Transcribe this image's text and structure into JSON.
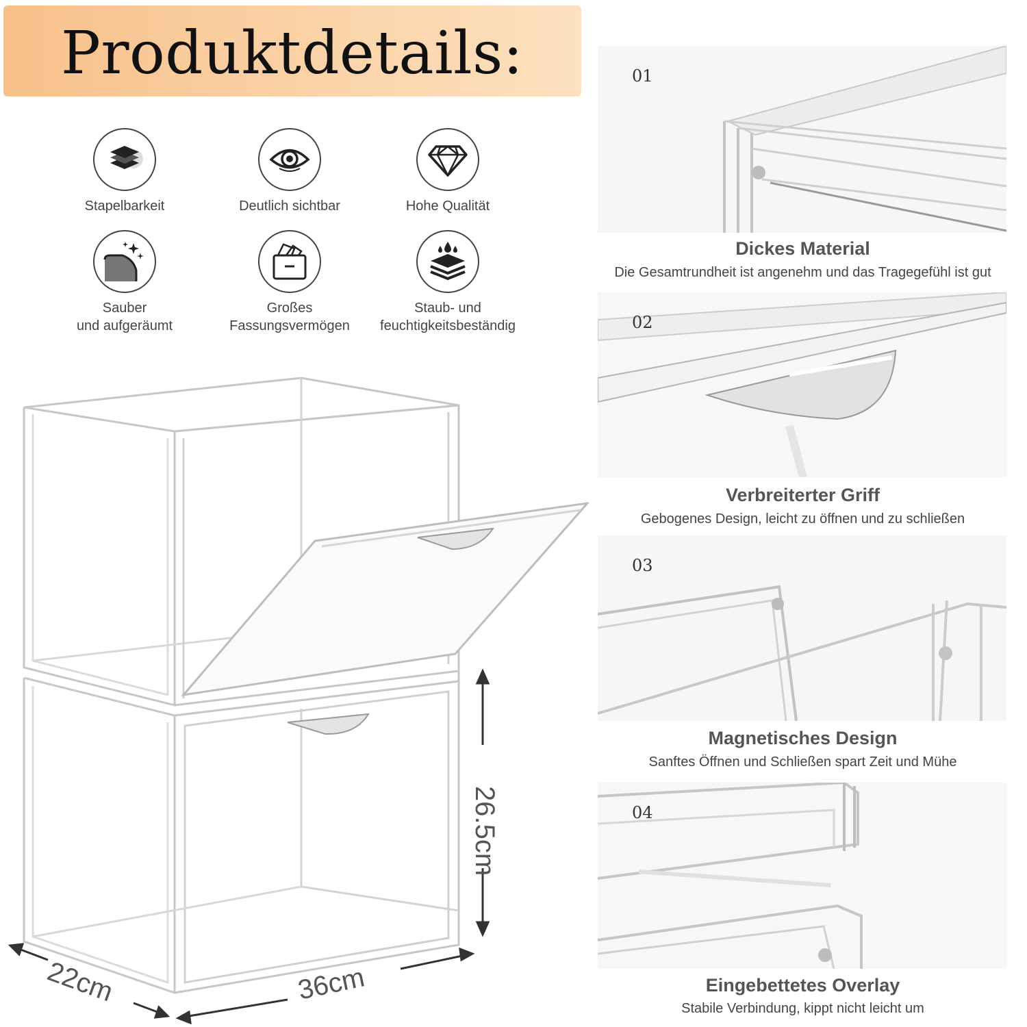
{
  "title": "Produktdetails:",
  "features": [
    {
      "label": "Stapelbarkeit",
      "icon": "stack-layers-icon"
    },
    {
      "label": "Deutlich sichtbar",
      "icon": "eye-icon"
    },
    {
      "label": "Hohe Qualität",
      "icon": "diamond-icon"
    },
    {
      "label": "Sauber\nund aufgeräumt",
      "icon": "sparkle-clean-icon"
    },
    {
      "label": "Großes\nFassungsvermögen",
      "icon": "capacity-box-icon"
    },
    {
      "label": "Staub- und\nfeuchtigkeitsbeständig",
      "icon": "waterproof-layers-icon"
    }
  ],
  "details": [
    {
      "number": "01",
      "title": "Dickes Material",
      "description": "Die Gesamtrundheit ist angenehm und das Tragegefühl ist gut"
    },
    {
      "number": "02",
      "title": "Verbreiterter Griff",
      "description": "Gebogenes Design, leicht zu öffnen und zu schließen"
    },
    {
      "number": "03",
      "title": "Magnetisches Design",
      "description": "Sanftes Öffnen und Schließen spart Zeit und Mühe"
    },
    {
      "number": "04",
      "title": "Eingebettetes Overlay",
      "description": "Stabile Verbindung, kippt nicht leicht um"
    }
  ],
  "dimensions": {
    "depth": "22cm",
    "width": "36cm",
    "height": "26.5cm"
  },
  "colors": {
    "banner": "#f9c992",
    "icon_stroke": "#444444",
    "text": "#444444"
  }
}
